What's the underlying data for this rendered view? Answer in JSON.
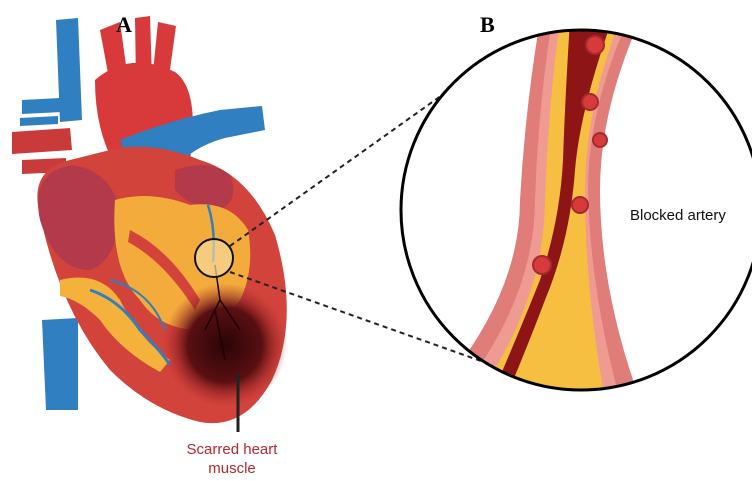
{
  "labels": {
    "panel_a": "A",
    "panel_b": "B",
    "blocked_artery": "Blocked artery",
    "scarred_muscle_line1": "Scarred heart",
    "scarred_muscle_line2": "muscle"
  },
  "colors": {
    "muscle": "#d2433b",
    "muscle_dark": "#a52a2f",
    "vessel_blue": "#2f7fc1",
    "aorta_red": "#d8393a",
    "fat_yellow": "#f4b23c",
    "scar": "#3a0a0c",
    "artery_wall": "#e07d78",
    "plaque": "#f6bf42",
    "blood": "#8e1515",
    "label_red": "#b5272d"
  },
  "icons": {
    "heart": "heart-illustration-icon",
    "artery": "artery-cross-section-icon"
  }
}
